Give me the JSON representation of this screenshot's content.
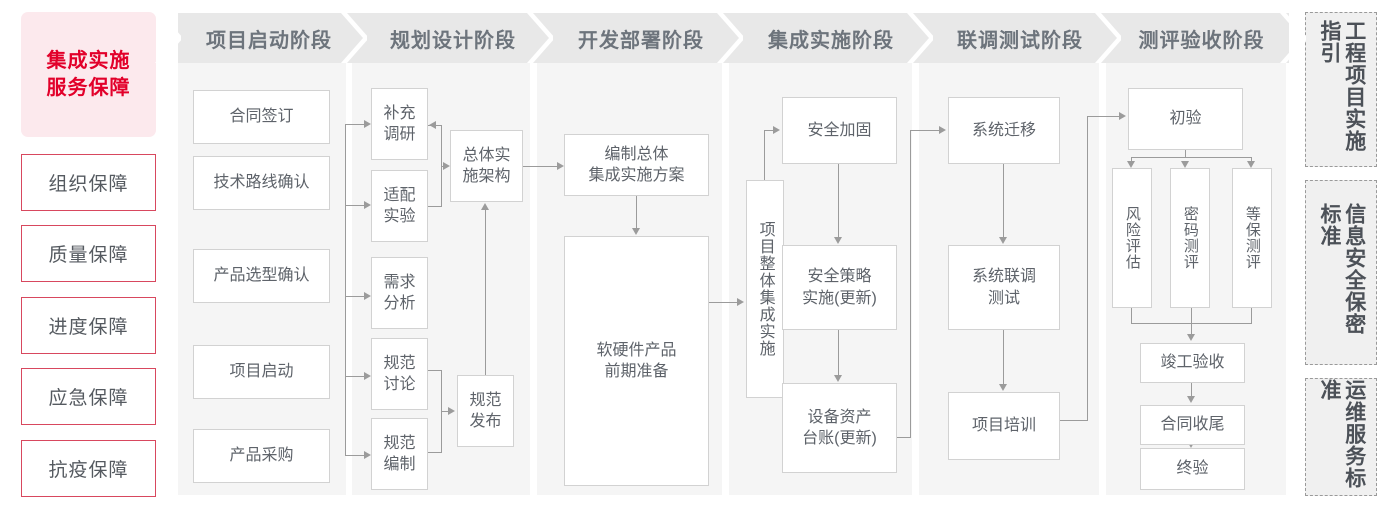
{
  "guarantee_rail": {
    "title": "集成实施\n服务保障",
    "title_color": "#e2002a",
    "title_bg": "#fce9ed",
    "items": [
      {
        "label": "组织保障"
      },
      {
        "label": "质量保障"
      },
      {
        "label": "进度保障"
      },
      {
        "label": "应急保障"
      },
      {
        "label": "抗疫保障"
      }
    ]
  },
  "stages": [
    {
      "header": "项目启动阶段",
      "nodes": [
        {
          "label": "合同签订"
        },
        {
          "label": "技术路线确认"
        },
        {
          "label": "产品选型确认"
        },
        {
          "label": "项目启动"
        },
        {
          "label": "产品采购"
        }
      ]
    },
    {
      "header": "规划设计阶段",
      "nodes": [
        {
          "label": "补充\n调研"
        },
        {
          "label": "适配\n实验"
        },
        {
          "label": "需求\n分析"
        },
        {
          "label": "规范\n讨论"
        },
        {
          "label": "规范\n编制"
        },
        {
          "label": "总体实\n施架构"
        },
        {
          "label": "规范\n发布"
        }
      ]
    },
    {
      "header": "开发部署阶段",
      "nodes": [
        {
          "label": "编制总体\n集成实施方案"
        },
        {
          "label": "软硬件产品\n前期准备"
        }
      ]
    },
    {
      "header": "集成实施阶段",
      "nodes": [
        {
          "label": "项目整体集成实施"
        },
        {
          "label": "安全加固"
        },
        {
          "label": "安全策略\n实施(更新)"
        },
        {
          "label": "设备资产\n台账(更新)"
        }
      ]
    },
    {
      "header": "联调测试阶段",
      "nodes": [
        {
          "label": "系统迁移"
        },
        {
          "label": "系统联调\n测试"
        },
        {
          "label": "项目培训"
        }
      ]
    },
    {
      "header": "测评验收阶段",
      "nodes": [
        {
          "label": "初验"
        },
        {
          "label": "风险评估"
        },
        {
          "label": "密码测评"
        },
        {
          "label": "等保测评"
        },
        {
          "label": "竣工验收"
        },
        {
          "label": "合同收尾"
        },
        {
          "label": "终验"
        }
      ]
    }
  ],
  "standards_rail": [
    {
      "label": "工程项目实施指引"
    },
    {
      "label": "信息安全保密标准"
    },
    {
      "label": "运维服务标准"
    }
  ],
  "colors": {
    "accent_red": "#e2002a",
    "node_border": "#d2d2d2",
    "connector": "#9b9b9b",
    "column_bg": "#f5f5f5",
    "header_bg": "#e8e8e8"
  }
}
